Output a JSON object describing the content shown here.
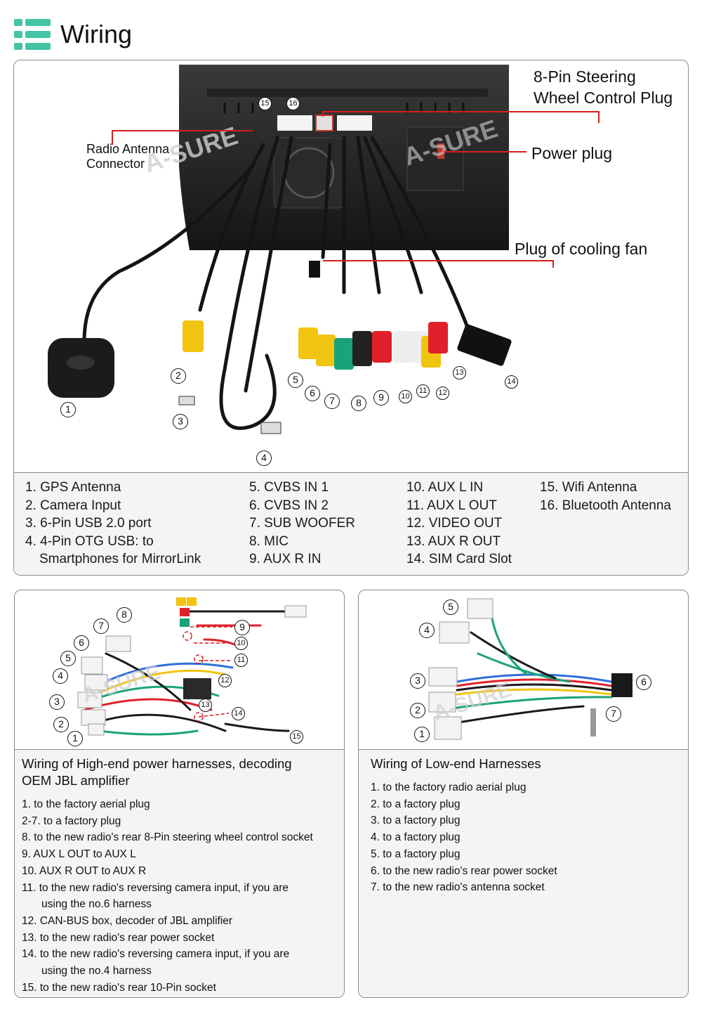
{
  "header": {
    "title": "Wiring",
    "icon": "list-icon",
    "accent": "#43c4a5"
  },
  "main": {
    "callouts": {
      "steering": [
        "8-Pin Steering",
        "Wheel Control Plug"
      ],
      "power": "Power plug",
      "fan": "Plug of cooling fan",
      "antenna": [
        "Radio Antenna",
        "Connector"
      ]
    },
    "watermark": "A-SURE",
    "photo_numbers": [
      "1",
      "2",
      "3",
      "4",
      "5",
      "6",
      "7",
      "8",
      "9",
      "10",
      "11",
      "12",
      "13",
      "14",
      "15",
      "16"
    ],
    "legend_columns": [
      [
        "1. GPS Antenna",
        "2. Camera Input",
        "3. 6-Pin USB 2.0 port",
        "4. 4-Pin OTG USB: to",
        "Smartphones for MirrorLink"
      ],
      [
        "5. CVBS IN 1",
        "6. CVBS IN 2",
        "7. SUB WOOFER",
        "8. MIC",
        "9. AUX R IN"
      ],
      [
        "10. AUX L IN",
        "11. AUX L OUT",
        "12. VIDEO OUT",
        "13. AUX R OUT",
        "14. SIM Card Slot"
      ],
      [
        "15. Wifi Antenna",
        "16. Bluetooth Antenna"
      ]
    ]
  },
  "high_end": {
    "title": [
      "Wiring of High-end power harnesses, decoding",
      "OEM JBL amplifier"
    ],
    "photo_numbers": [
      "1",
      "2",
      "3",
      "4",
      "5",
      "6",
      "7",
      "8",
      "9",
      "10",
      "11",
      "12",
      "13",
      "14",
      "15"
    ],
    "items": [
      "1. to the factory aerial plug",
      "2-7. to a factory plug",
      "8. to the new radio's rear 8-Pin steering wheel control socket",
      "9. AUX L OUT to AUX L",
      "10. AUX R OUT to AUX R",
      "11. to the new radio's reversing camera input, if you are",
      "using the no.6 harness",
      "12. CAN-BUS box, decoder of JBL amplifier",
      "13. to the new radio's rear power socket",
      "14. to the new radio's reversing camera input, if you are",
      "using the no.4 harness",
      "15. to the new radio's rear 10-Pin socket"
    ]
  },
  "low_end": {
    "title": "Wiring of Low-end Harnesses",
    "photo_numbers": [
      "1",
      "2",
      "3",
      "4",
      "5",
      "6",
      "7"
    ],
    "items": [
      "1. to the factory radio aerial plug",
      "2. to a factory plug",
      "3. to a factory plug",
      "4. to a factory plug",
      "5. to a factory plug",
      "6. to the new radio's rear power socket",
      "7. to the new radio's antenna socket"
    ]
  }
}
